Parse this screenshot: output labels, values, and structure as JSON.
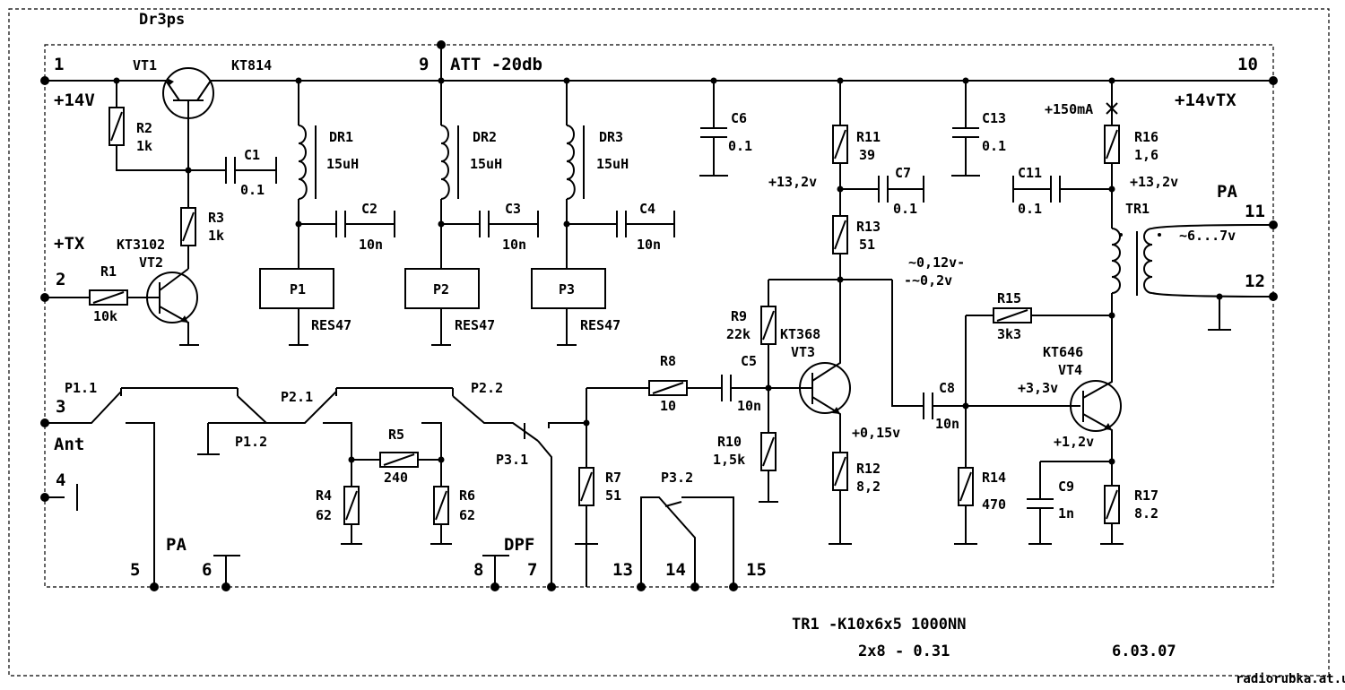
{
  "header": {
    "author": "Dr3ps",
    "att_label": "ATT -20db"
  },
  "pins": {
    "p1": "1",
    "p2": "2",
    "p3": "3",
    "p4": "4",
    "p5": "5",
    "p6": "6",
    "p7": "7",
    "p8": "8",
    "p9": "9",
    "p10": "10",
    "p11": "11",
    "p12": "12",
    "p13": "13",
    "p14": "14",
    "p15": "15"
  },
  "labels": {
    "v14": "+14V",
    "tx": "+TX",
    "ant": "Ant",
    "v14tx": "+14vTX",
    "pa_right": "PA",
    "pa_bottom": "PA",
    "dpf": "DPF",
    "i150": "+150mA",
    "v132a": "+13,2v",
    "v132b": "+13,2v",
    "v012": "~0,12v-",
    "v02": "-~0,2v",
    "v67": "~6...7v",
    "v33": "+3,3v",
    "v015": "+0,15v",
    "v12": "+1,2v"
  },
  "components": {
    "vt1": "VT1",
    "kt814": "KT814",
    "r2": "R2",
    "r2v": "1k",
    "c1": "C1",
    "c1v": "0.1",
    "r3": "R3",
    "r3v": "1k",
    "kt3102": "KT3102",
    "vt2": "VT2",
    "r1": "R1",
    "r1v": "10k",
    "dr1": "DR1",
    "dr1v": "15uH",
    "dr2": "DR2",
    "dr2v": "15uH",
    "dr3": "DR3",
    "dr3v": "15uH",
    "c2": "C2",
    "c2v": "10n",
    "c3": "C3",
    "c3v": "10n",
    "c4": "C4",
    "c4v": "10n",
    "p1": "P1",
    "p2": "P2",
    "p3": "P3",
    "res1": "RES47",
    "res2": "RES47",
    "res3": "RES47",
    "c6": "C6",
    "c6v": "0.1",
    "r11": "R11",
    "r11v": "39",
    "c7": "C7",
    "c7v": "0.1",
    "r13": "R13",
    "r13v": "51",
    "c13": "C13",
    "c13v": "0.1",
    "r16": "R16",
    "r16v": "1,6",
    "c11": "C11",
    "c11v": "0.1",
    "tr1": "TR1",
    "r15": "R15",
    "r15v": "3k3",
    "kt646": "KT646",
    "vt4": "VT4",
    "r9": "R9",
    "r9v": "22k",
    "kt368": "KT368",
    "vt3": "VT3",
    "r8": "R8",
    "r8v": "10",
    "c5": "C5",
    "c5v": "10n",
    "c8": "C8",
    "c8v": "10n",
    "r10": "R10",
    "r10v": "1,5k",
    "r7": "R7",
    "r7v": "51",
    "r12": "R12",
    "r12v": "8,2",
    "r14": "R14",
    "r14v": "470",
    "c9": "C9",
    "c9v": "1n",
    "r17": "R17",
    "r17v": "8.2",
    "r5": "R5",
    "r5v": "240",
    "r4": "R4",
    "r4v": "62",
    "r6": "R6",
    "r6v": "62",
    "p11c": "P1.1",
    "p12c": "P1.2",
    "p21c": "P2.1",
    "p22c": "P2.2",
    "p31c": "P3.1",
    "p32c": "P3.2"
  },
  "notes": {
    "tr1_core": "TR1 -K10x6x5 1000NN",
    "winding": "2x8 - 0.31",
    "date": "6.03.07"
  },
  "watermark": "radiorubka.at.ua"
}
